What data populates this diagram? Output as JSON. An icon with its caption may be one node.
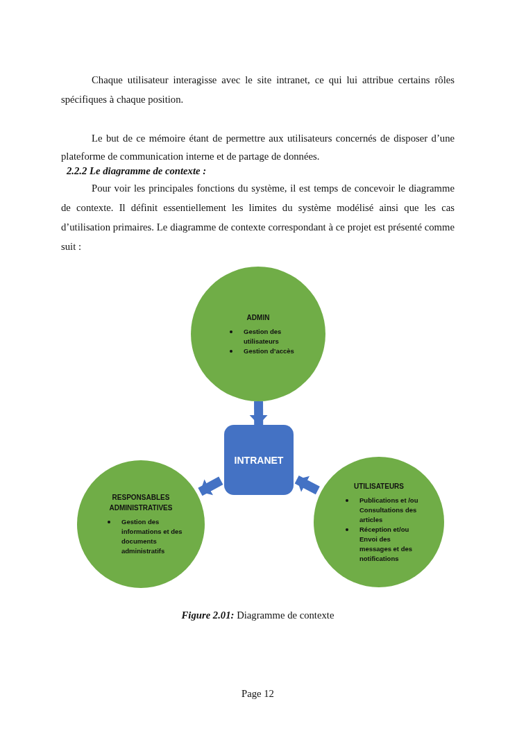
{
  "diagram": {
    "caption": "**Figure 2.01:** Diagramme de contexte",
    "nodes": [
      {
        "text": [
          "ADMIN",
          "Gestion des utilisateurs",
          "Gestion d’accès"
        ]
      },
      {
        "text": [
          "INTRANET"
        ]
      },
      {
        "text": [
          "RESPONSABLES ADMINISTRATIVES",
          "Gestion des informations et des documents administratifs"
        ]
      },
      {
        "text": [
          "UTILISATEURS",
          "Publications et /ou Consultations des articles",
          "Réception et/ou Envoi des messages et des notifications"
        ]
      }
    ],
    "edges": [
      {
        "from": 0,
        "to": 1,
        "arrow": "to"
      },
      {
        "from": 1,
        "to": 2,
        "arrow": "to"
      },
      {
        "from": 3,
        "to": 1,
        "arrow": "to"
      }
    ],
    "labels": [
      "Chaque utilisateur interagisse avec le site intranet, ce qui lui attribue certains rôles spécifiques à chaque position.",
      "Le but de ce mémoire étant de permettre aux utilisateurs concernés de disposer d’une plateforme de communication interne et de partage de données.",
      "2.2.2 Le diagramme de contexte :",
      "Pour voir les principales fonctions du système, il est temps de concevoir le diagramme de contexte. Il définit essentiellement les limites du système modélisé ainsi que les cas d’utilisation primaires. Le diagramme de contexte correspondant à ce projet est présenté comme suit :",
      "Page 12"
    ]
  }
}
